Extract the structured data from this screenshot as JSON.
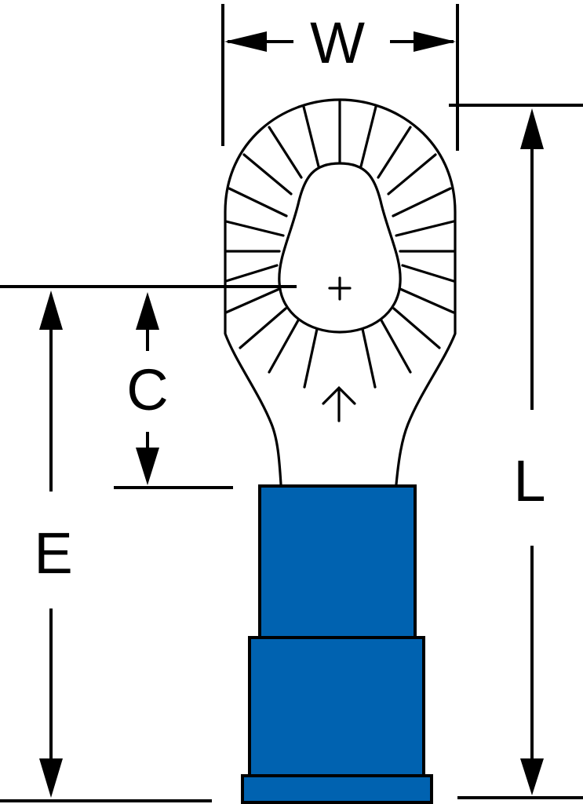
{
  "diagram": {
    "subject": "Insulated ring terminal",
    "colors": {
      "insulation": "#0062b0",
      "outline": "#000000",
      "background": "#ffffff"
    },
    "dimensions": {
      "W": {
        "label": "W",
        "meaning": "ring width"
      },
      "L": {
        "label": "L",
        "meaning": "overall length"
      },
      "C": {
        "label": "C",
        "meaning": "stud hole center to barrel"
      },
      "E": {
        "label": "E",
        "meaning": "stud hole center to end"
      }
    }
  }
}
